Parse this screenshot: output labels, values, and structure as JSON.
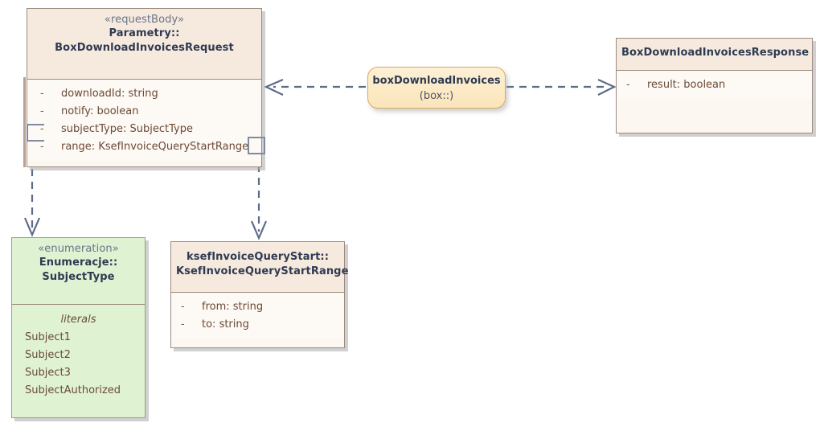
{
  "diagram": {
    "kind": "uml-class-diagram",
    "background": "#ffffff",
    "colors": {
      "class_fill": "#fdf9f4",
      "class_header_fill": "#f6e9de",
      "class_border": "#9c8a7e",
      "enum_fill": "#dff3d3",
      "enum_border": "#8aa77c",
      "operation_fill": "#fbe5b9",
      "operation_border": "#d9a95e",
      "connector": "#5d6b87",
      "title_text": "#2f3b52",
      "attribute_text": "#6b4a36",
      "stereotype_text": "#6a7488",
      "selection_handle": "#7f8aa3",
      "shadow": "#aaaaaa"
    }
  },
  "request_class": {
    "stereotype": "«requestBody»",
    "title_line1": "Parametry::",
    "title_line2": "BoxDownloadInvoicesRequest",
    "selected": true,
    "attributes": [
      {
        "visibility": "-",
        "name": "downloadId: string"
      },
      {
        "visibility": "-",
        "name": "notify: boolean"
      },
      {
        "visibility": "-",
        "name": "subjectType: SubjectType"
      },
      {
        "visibility": "-",
        "name": "range: KsefInvoiceQueryStartRange"
      }
    ]
  },
  "operation_node": {
    "name": "boxDownloadInvoices",
    "qualifier": "(box::)"
  },
  "response_class": {
    "title": "BoxDownloadInvoicesResponse",
    "attributes": [
      {
        "visibility": "-",
        "name": "result: boolean"
      }
    ]
  },
  "enumeration_class": {
    "stereotype": "«enumeration»",
    "title_line1": "Enumeracje::",
    "title_line2": "SubjectType",
    "literals_label": "literals",
    "literals": [
      "Subject1",
      "Subject2",
      "Subject3",
      "SubjectAuthorized"
    ]
  },
  "range_class": {
    "title_line1": "ksefInvoiceQueryStart::",
    "title_line2": "KsefInvoiceQueryStartRange",
    "attributes": [
      {
        "visibility": "-",
        "name": "from: string"
      },
      {
        "visibility": "-",
        "name": "to: string"
      }
    ]
  },
  "connectors": [
    {
      "id": "op-to-request",
      "style": "dashed",
      "arrow": "open",
      "direction": "left"
    },
    {
      "id": "op-to-response",
      "style": "dashed",
      "arrow": "open",
      "direction": "right"
    },
    {
      "id": "request-to-enumeration",
      "style": "dashed",
      "arrow": "open",
      "direction": "down"
    },
    {
      "id": "request-to-range",
      "style": "dashed",
      "arrow": "open",
      "direction": "down"
    }
  ]
}
